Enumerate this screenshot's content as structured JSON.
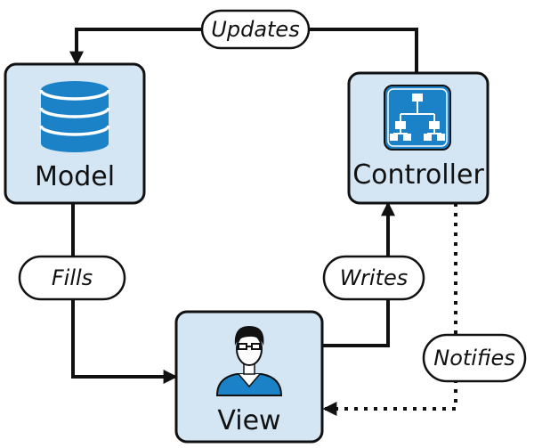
{
  "colors": {
    "box_fill": "#d4e6f4",
    "box_stroke": "#111111",
    "accent_blue": "#1c82c8",
    "arrow": "#111111"
  },
  "nodes": {
    "model": {
      "label": "Model",
      "icon": "database-icon"
    },
    "controller": {
      "label": "Controller",
      "icon": "hierarchy-icon"
    },
    "view": {
      "label": "View",
      "icon": "person-icon"
    }
  },
  "edges": {
    "updates": {
      "label": "Updates",
      "from": "Controller",
      "to": "Model",
      "style": "solid"
    },
    "fills": {
      "label": "Fills",
      "from": "Model",
      "to": "View",
      "style": "solid"
    },
    "writes": {
      "label": "Writes",
      "from": "View",
      "to": "Controller",
      "style": "solid"
    },
    "notifies": {
      "label": "Notifies",
      "from": "Controller",
      "to": "View",
      "style": "dotted"
    }
  }
}
